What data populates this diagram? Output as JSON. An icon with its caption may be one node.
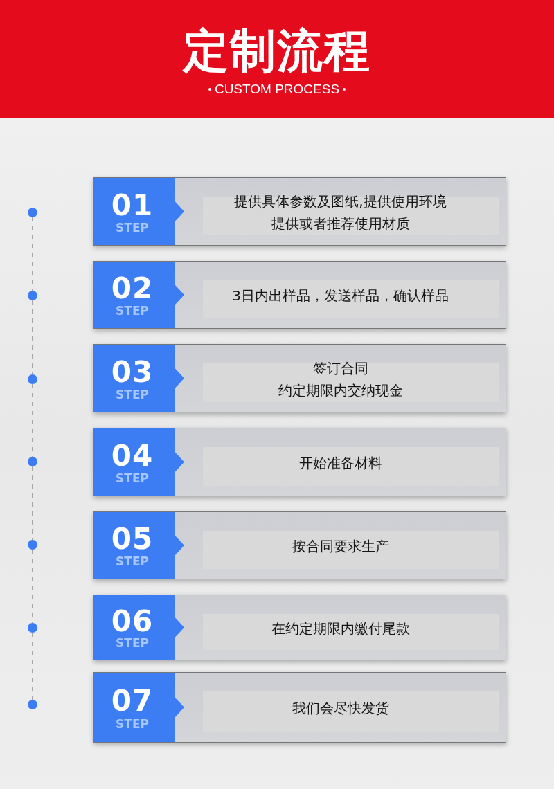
{
  "diagram": {
    "title": "定制流程",
    "nodes": [
      {
        "text": [
          "01",
          "STEP",
          "提供具体参数及图纸,提供使用环境",
          "提供或者推荐使用材质"
        ]
      },
      {
        "text": [
          "02",
          "STEP",
          "3日内出样品，发送样品，确认样品"
        ]
      },
      {
        "text": [
          "03",
          "STEP",
          "签订合同",
          "约定期限内交纳现金"
        ]
      },
      {
        "text": [
          "04",
          "STEP",
          "开始准备材料"
        ]
      },
      {
        "text": [
          "05",
          "STEP",
          "按合同要求生产"
        ]
      },
      {
        "text": [
          "06",
          "STEP",
          "在约定期限内缴付尾款"
        ]
      },
      {
        "text": [
          "07",
          "STEP",
          "我们会尽快发货"
        ]
      },
      {
        "text": [],
        "shape": "circle"
      },
      {
        "text": [],
        "shape": "circle"
      },
      {
        "text": [],
        "shape": "circle"
      },
      {
        "text": [],
        "shape": "circle"
      },
      {
        "text": [],
        "shape": "circle"
      },
      {
        "text": [],
        "shape": "circle"
      },
      {
        "text": [],
        "shape": "circle"
      }
    ],
    "edges": [
      {
        "from": 7,
        "to": 8,
        "arrow": "none",
        "style": "dashed"
      },
      {
        "from": 8,
        "to": 9,
        "arrow": "none",
        "style": "dashed"
      },
      {
        "from": 9,
        "to": 10,
        "arrow": "none",
        "style": "dashed"
      },
      {
        "from": 10,
        "to": 11,
        "arrow": "none",
        "style": "dashed"
      },
      {
        "from": 11,
        "to": 12,
        "arrow": "none",
        "style": "dashed"
      },
      {
        "from": 12,
        "to": 13,
        "arrow": "none",
        "style": "dashed"
      }
    ],
    "labels": [
      "CUSTOM PROCESS"
    ]
  }
}
